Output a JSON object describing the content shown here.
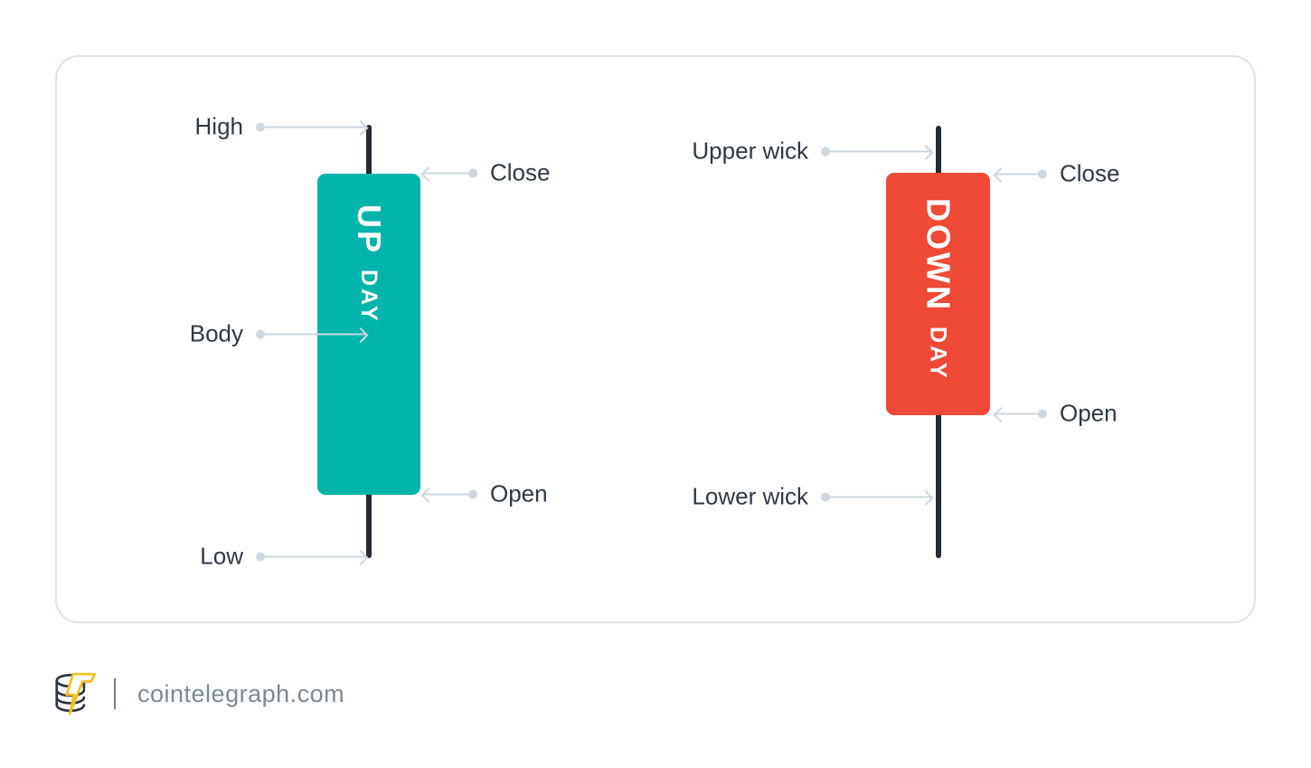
{
  "diagram": {
    "up_candle": {
      "word": "UP",
      "word_sub": "DAY",
      "labels": {
        "high": "High",
        "close": "Close",
        "body": "Body",
        "open": "Open",
        "low": "Low"
      }
    },
    "down_candle": {
      "word": "DOWN",
      "word_sub": "DAY",
      "labels": {
        "upper_wick": "Upper wick",
        "close": "Close",
        "open": "Open",
        "lower_wick": "Lower wick"
      }
    }
  },
  "footer": {
    "site": "cointelegraph.com"
  },
  "colors": {
    "up_body": "#00b3ab",
    "down_body": "#ee4a36",
    "wick": "#232b33",
    "arrow_gray": "#ccd7df",
    "label_text": "#2e3a45",
    "card_border": "#dce4ea",
    "footer_text": "#7b8994",
    "logo_yellow": "#f7bf1e",
    "logo_dark": "#2b3743"
  }
}
